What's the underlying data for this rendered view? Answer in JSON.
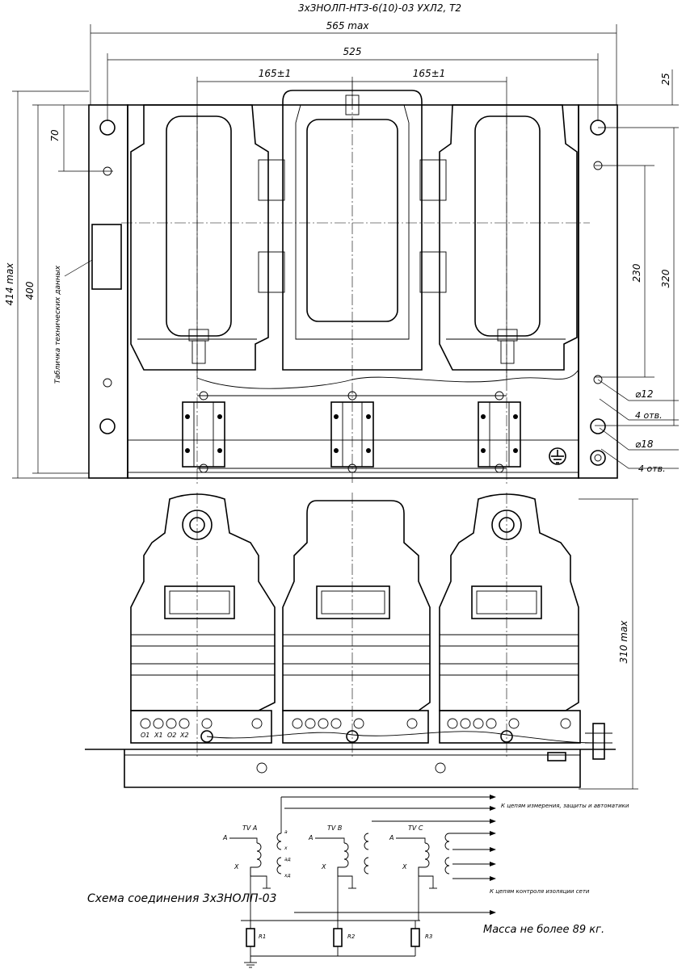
{
  "title": "3хЗНОЛП-НТЗ-6(10)-03 УХЛ2, Т2",
  "dimensions": {
    "overall_width": "565 max",
    "hole_spacing": "525",
    "pitch_left": "165±1",
    "pitch_right": "165±1",
    "top_offset": "25",
    "hole_offset": "70",
    "overall_depth": "414 max",
    "depth": "400",
    "slot_distance": "230",
    "hole_distance": "320",
    "height": "310 max"
  },
  "hole_callouts": {
    "small_dia": "⌀12",
    "small_count": "4 отв.",
    "large_dia": "⌀18",
    "large_count": "4 отв."
  },
  "nameplate_label": "Табличка технических данных",
  "terminal_labels": [
    "О1",
    "X1",
    "О2",
    "X2"
  ],
  "schematic": {
    "caption": "Схема соединения 3хЗНОЛП-03",
    "transformers": [
      "TV A",
      "TV B",
      "TV C"
    ],
    "primary_terminals": [
      "A",
      "X"
    ],
    "secondary_terminals": [
      "a",
      "x",
      "aд",
      "xд"
    ],
    "resistors": [
      "R1",
      "R2",
      "R3"
    ],
    "output_measure": "К цепям измерения, защиты и автоматики",
    "output_insulation": "К цепям контроля изоляции сети"
  },
  "mass_note": "Масса не более 89 кг."
}
